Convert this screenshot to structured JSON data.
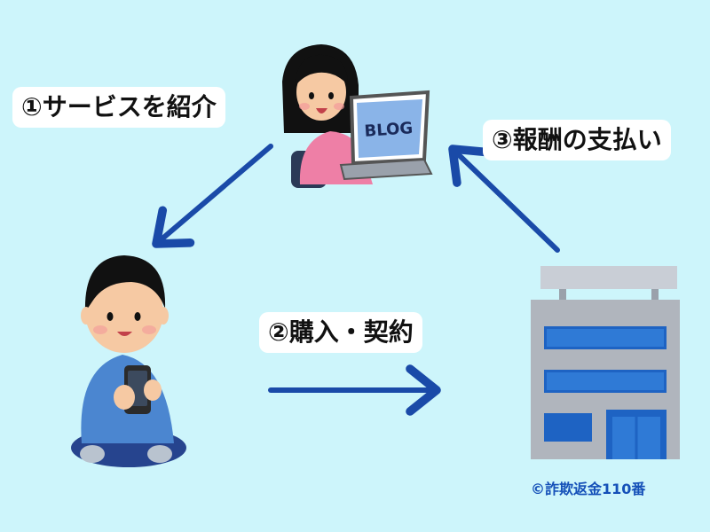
{
  "labels": {
    "step1": "①サービスを紹介",
    "step2": "②購入・契約",
    "step3": "③報酬の支払い"
  },
  "laptop_text": "BLOG",
  "copyright": "©詐欺返金110番",
  "colors": {
    "background": "#cdf5fb",
    "arrow": "#1a4aa8",
    "copyright": "#1550b8",
    "label_bg": "#ffffff"
  },
  "icons": [
    "blogger-woman-icon",
    "laptop-icon",
    "customer-man-smartphone-icon",
    "company-building-icon"
  ]
}
